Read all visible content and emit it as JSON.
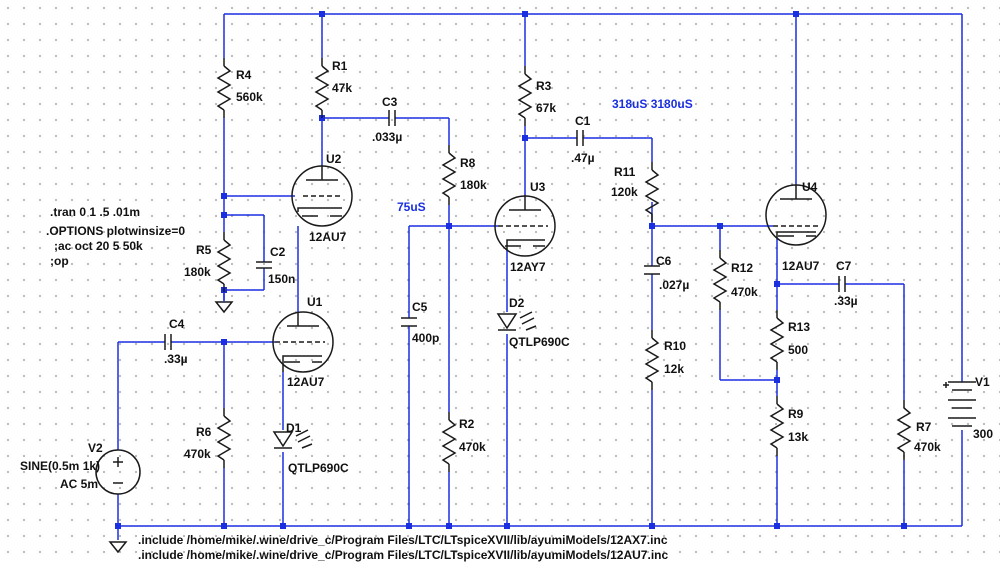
{
  "components": {
    "R4": {
      "name": "R4",
      "value": "560k"
    },
    "R1": {
      "name": "R1",
      "value": "47k"
    },
    "C3": {
      "name": "C3",
      "value": ".033µ"
    },
    "R3": {
      "name": "R3",
      "value": "67k"
    },
    "C1": {
      "name": "C1",
      "value": ".47µ"
    },
    "R8": {
      "name": "R8",
      "value": "180k"
    },
    "R11": {
      "name": "R11",
      "value": "120k"
    },
    "R5": {
      "name": "R5",
      "value": "180k"
    },
    "C2": {
      "name": "C2",
      "value": "150n"
    },
    "U2": {
      "name": "U2",
      "value": "12AU7"
    },
    "U3": {
      "name": "U3",
      "value": "12AY7"
    },
    "U4": {
      "name": "U4",
      "value": "12AU7"
    },
    "U1": {
      "name": "U1",
      "value": "12AU7"
    },
    "C6": {
      "name": "C6",
      "value": ".027µ"
    },
    "R12": {
      "name": "R12",
      "value": "470k"
    },
    "C7": {
      "name": "C7",
      "value": ".33µ"
    },
    "C4": {
      "name": "C4",
      "value": ".33µ"
    },
    "C5": {
      "name": "C5",
      "value": "400p"
    },
    "D2": {
      "name": "D2",
      "value": "QTLP690C"
    },
    "D1": {
      "name": "D1",
      "value": "QTLP690C"
    },
    "R10": {
      "name": "R10",
      "value": "12k"
    },
    "R13": {
      "name": "R13",
      "value": "500"
    },
    "R9": {
      "name": "R9",
      "value": "13k"
    },
    "R6": {
      "name": "R6",
      "value": "470k"
    },
    "R2": {
      "name": "R2",
      "value": "470k"
    },
    "R7": {
      "name": "R7",
      "value": "470k"
    },
    "V1": {
      "name": "V1",
      "value": "300"
    },
    "V2": {
      "name": "V2",
      "value": "SINE(0.5m 1k)",
      "value2": "AC 5m"
    }
  },
  "annotations": {
    "tc_a": "318uS 3180uS",
    "tc_b": "75uS"
  },
  "directives": {
    "line1": ".tran 0 1 .5 .01m",
    "line2": ".OPTIONS plotwinsize=0",
    "line3": ";ac oct 20 5 50k",
    "line4": ";op",
    "include1": ".include /home/mike/.wine/drive_c/Program Files/LTC/LTspiceXVII/lib/ayumiModels/12AX7.inc",
    "include2": ".include /home/mike/.wine/drive_c/Program Files/LTC/LTspiceXVII/lib/ayumiModels/12AU7.inc"
  },
  "colors": {
    "wire": "#1a2fe0",
    "symbol": "#1a1a1a",
    "background": "#ffffff",
    "grid_dot": "#8a8a8a"
  }
}
